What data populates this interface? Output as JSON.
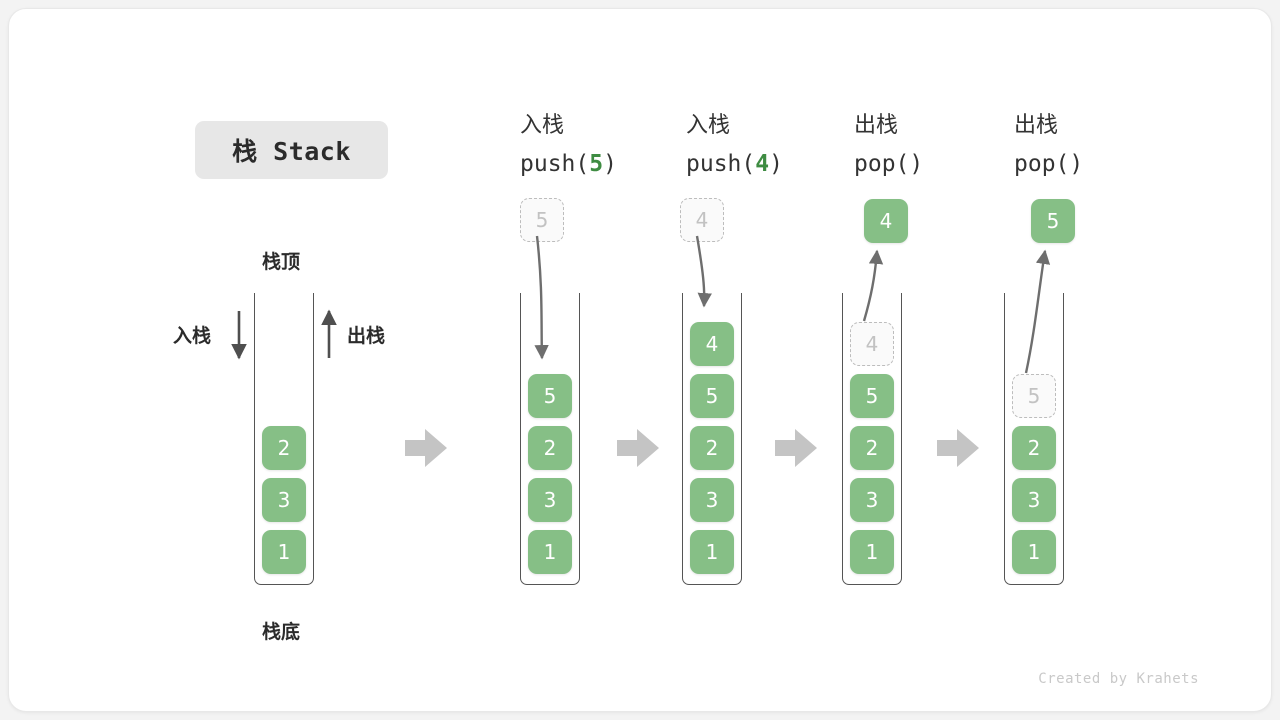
{
  "title_badge": {
    "text": "栈 Stack"
  },
  "legend": {
    "top_label": "栈顶",
    "bottom_label": "栈底",
    "push_label": "入栈",
    "pop_label": "出栈"
  },
  "credit": "Created by Krahets",
  "colors": {
    "cell_fill": "#86bf86",
    "cell_text": "#ffffff",
    "ghost_border": "#bdbdbd",
    "ghost_text": "#c2c2c2",
    "accent_green": "#3e8c42",
    "tube_stroke": "#555555",
    "flow_arrow": "#c4c4c4",
    "badge_bg": "#e7e7e7",
    "page_bg": "#f3f3f3",
    "card_bg": "#ffffff"
  },
  "columns": [
    {
      "id": "initial",
      "header_cn": "",
      "header_code": "",
      "stack": [
        "2",
        "3",
        "1"
      ],
      "ghost_cell": null,
      "floating_cell": null
    },
    {
      "id": "push-5",
      "header_cn": "入栈",
      "header_code_prefix": "push(",
      "header_code_num": "5",
      "header_code_suffix": ")",
      "stack": [
        "5",
        "2",
        "3",
        "1"
      ],
      "ghost_cell": {
        "value": "5",
        "position": "above"
      },
      "floating_cell": null
    },
    {
      "id": "push-4",
      "header_cn": "入栈",
      "header_code_prefix": "push(",
      "header_code_num": "4",
      "header_code_suffix": ")",
      "stack": [
        "4",
        "5",
        "2",
        "3",
        "1"
      ],
      "ghost_cell": {
        "value": "4",
        "position": "above"
      },
      "floating_cell": null
    },
    {
      "id": "pop-1",
      "header_cn": "出栈",
      "header_code_prefix": "pop(",
      "header_code_num": "",
      "header_code_suffix": ")",
      "stack": [
        "5",
        "2",
        "3",
        "1"
      ],
      "ghost_cell": {
        "value": "4",
        "position": "in-stack-top"
      },
      "floating_cell": {
        "value": "4"
      }
    },
    {
      "id": "pop-2",
      "header_cn": "出栈",
      "header_code_prefix": "pop(",
      "header_code_num": "",
      "header_code_suffix": ")",
      "stack": [
        "2",
        "3",
        "1"
      ],
      "ghost_cell": {
        "value": "5",
        "position": "in-stack-top"
      },
      "floating_cell": {
        "value": "5"
      }
    }
  ],
  "flow_arrows": [
    "→",
    "→",
    "→",
    "→"
  ]
}
